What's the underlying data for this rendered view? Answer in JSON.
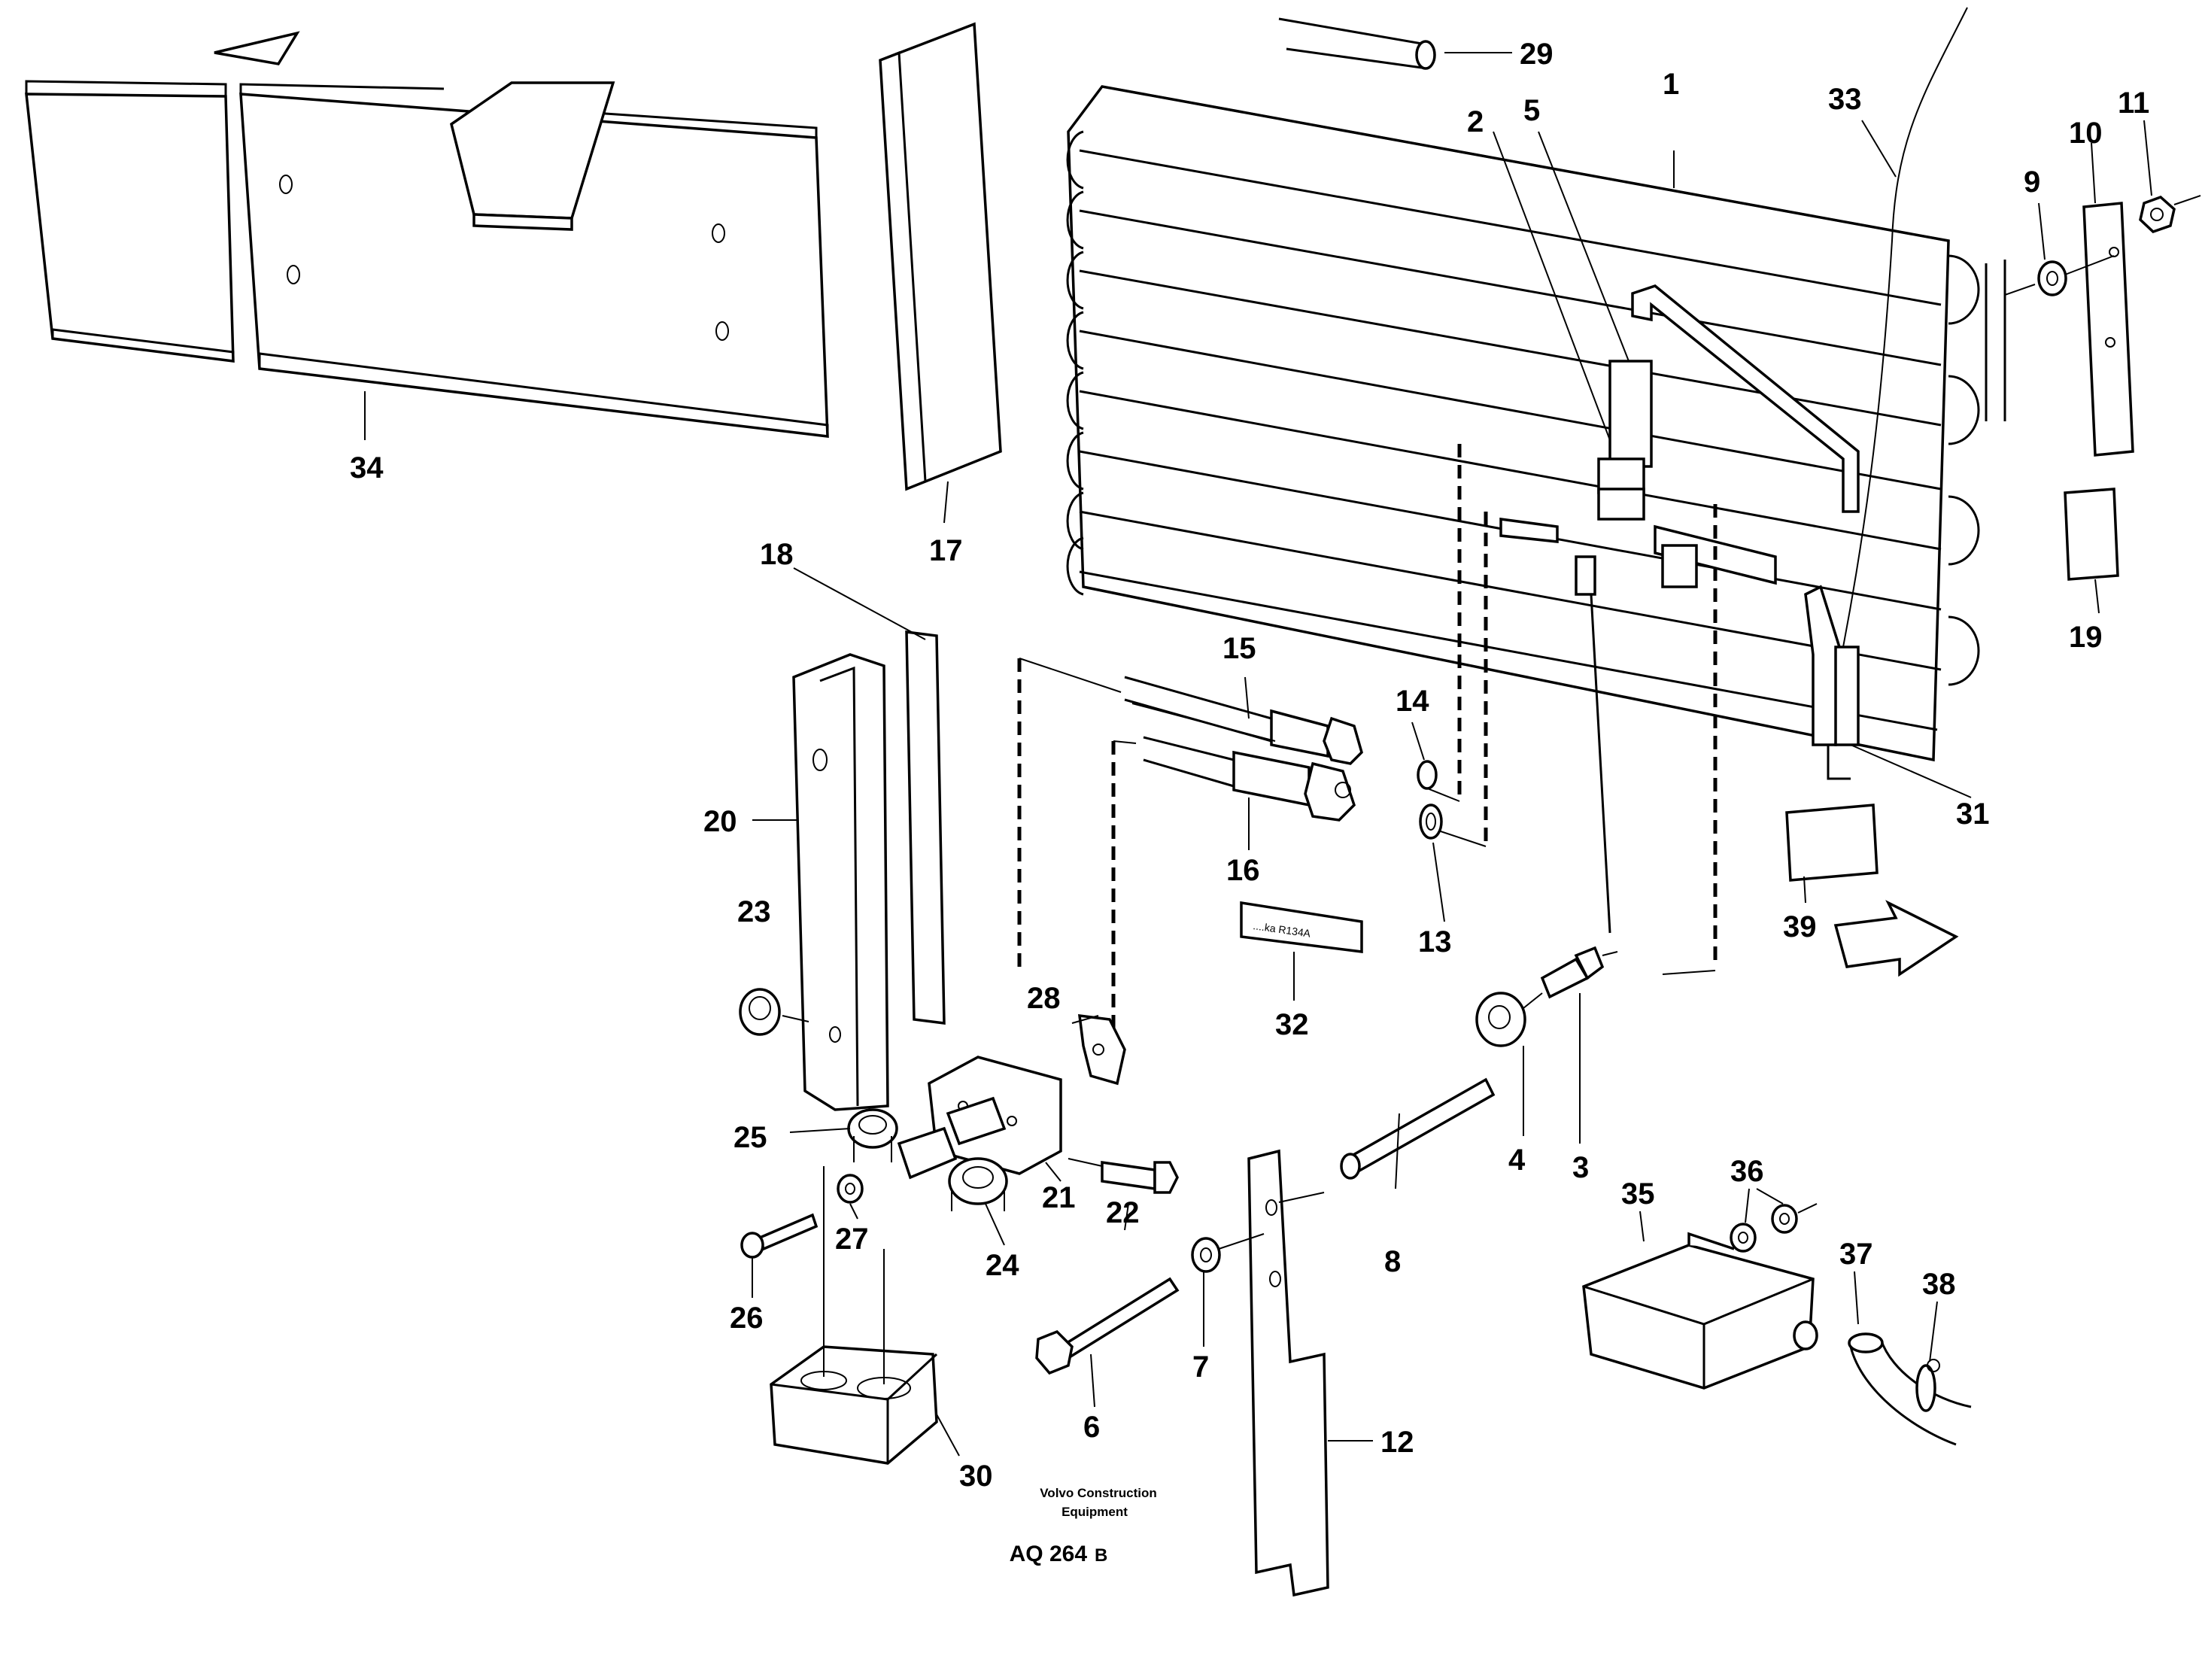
{
  "callouts": {
    "p1": "1",
    "p2": "2",
    "p3": "3",
    "p4": "4",
    "p5": "5",
    "p6": "6",
    "p7": "7",
    "p8": "8",
    "p9": "9",
    "p10": "10",
    "p11": "11",
    "p12": "12",
    "p13": "13",
    "p14": "14",
    "p15": "15",
    "p16": "16",
    "p17": "17",
    "p18": "18",
    "p19": "19",
    "p20": "20",
    "p21": "21",
    "p22": "22",
    "p23": "23",
    "p24": "24",
    "p25": "25",
    "p26": "26",
    "p27": "27",
    "p28": "28",
    "p29": "29",
    "p30": "30",
    "p31": "31",
    "p32": "32",
    "p33": "33",
    "p34": "34",
    "p35": "35",
    "p36": "36",
    "p37": "37",
    "p38": "38",
    "p39": "39"
  },
  "caption": {
    "company_line1": "Volvo Construction",
    "company_line2": "Equipment",
    "drawing_number": "AQ 264",
    "revision": "B"
  },
  "label_tag": "....ka R134A"
}
